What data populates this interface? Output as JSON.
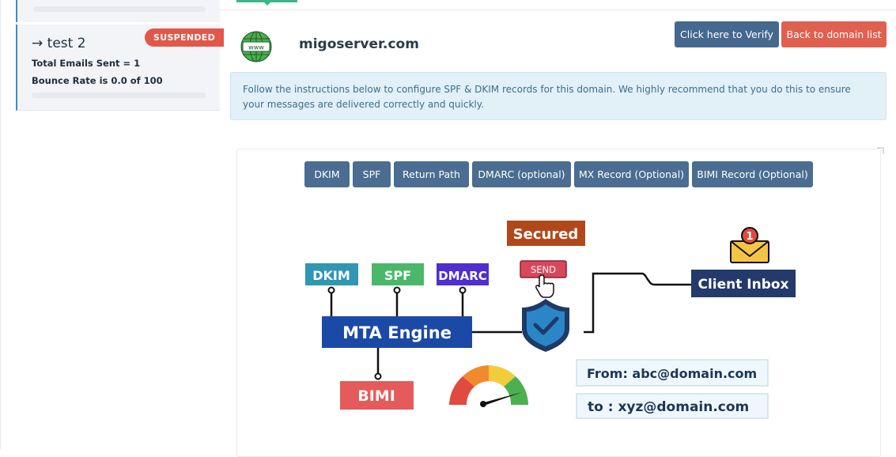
{
  "sidebar": {
    "cards": [
      {
        "title": "→ test 2",
        "status": "SUSPENDED",
        "total_emails": "Total Emails Sent = 1",
        "bounce_rate": "Bounce Rate is 0.0 of 100"
      }
    ]
  },
  "domain": {
    "icon_label": "www",
    "name": "migoserver.com"
  },
  "actions": {
    "verify_label": "Click here to Verify",
    "back_label": "Back to domain list"
  },
  "alert": {
    "text": "Follow the instructions below to configure SPF & DKIM records for this domain. We highly recommend that you do this to ensure your messages are delivered correctly and quickly."
  },
  "tabs": [
    {
      "label": "DKIM"
    },
    {
      "label": "SPF"
    },
    {
      "label": "Return Path"
    },
    {
      "label": "DMARC (optional)"
    },
    {
      "label": "MX Record (Optional)"
    },
    {
      "label": "BIMI Record (Optional)"
    }
  ],
  "diagram": {
    "dkim": "DKIM",
    "spf": "SPF",
    "dmarc": "DMARC",
    "mta_engine": "MTA Engine",
    "bimi": "BIMI",
    "secured": "Secured",
    "send": "SEND",
    "client_inbox": "Client Inbox",
    "notification_count": "1",
    "from": "From: abc@domain.com",
    "to": "to : xyz@domain.com"
  },
  "colors": {
    "tab_bg": "#4a6d91",
    "verify_bg": "#45688f",
    "back_bg": "#e0604f",
    "suspended_bg": "#e1584a",
    "alert_bg": "#e2f0f8",
    "dkim_box": "#2f96b4",
    "spf_box": "#49b86a",
    "dmarc_box": "#4f2fd0",
    "mta_box": "#1b49a6",
    "bimi_box": "#e55a5a",
    "secured_box": "#b1481c",
    "inbox_box": "#233a6b"
  },
  "icons": {
    "globe": "globe-www-icon",
    "shield": "shield-check-icon",
    "envelope": "envelope-notification-icon",
    "cursor": "hand-pointer-icon",
    "gauge": "speedometer-gauge-icon"
  }
}
